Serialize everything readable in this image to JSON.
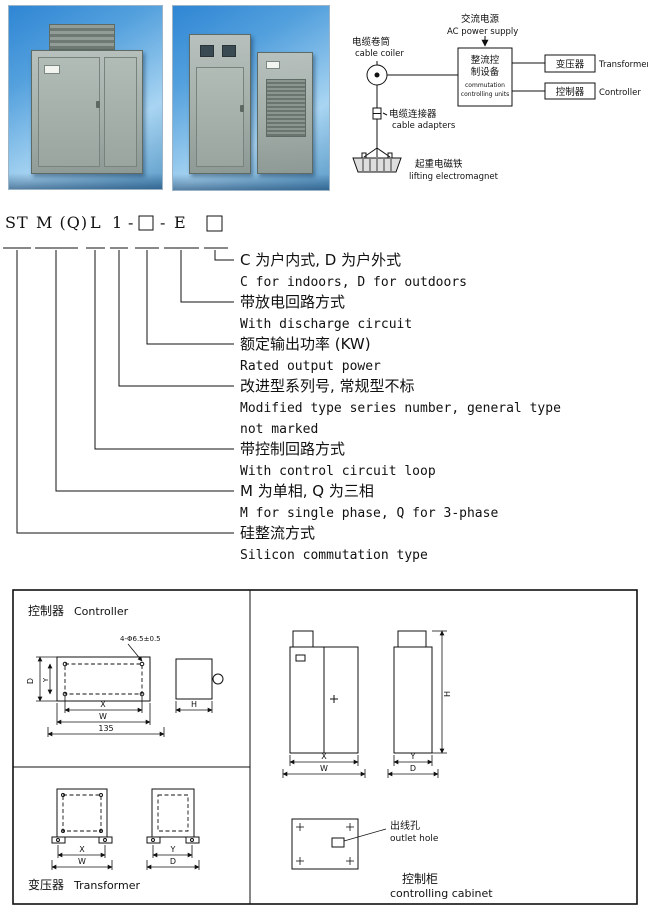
{
  "colors": {
    "ink": "#111111",
    "photo_sky_blue": "#2f86d4",
    "photo_light_blue": "#a9d5f2",
    "cabinet_grey": "#aab3af"
  },
  "schematic": {
    "cable_coiler_cn": "电缆卷筒",
    "cable_coiler_en": "cable coiler",
    "ac_power_cn": "交流电源",
    "ac_power_en": "AC power supply",
    "rectifier_cn_line1": "整流控",
    "rectifier_cn_line2": "制设备",
    "rectifier_en_line1": "commutation",
    "rectifier_en_line2": "controlling units",
    "transformer_cn": "变压器",
    "transformer_en": "Transformer",
    "controller_cn": "控制器",
    "controller_en": "Controller",
    "cable_adapters_cn": "电缆连接器",
    "cable_adapters_en": "cable adapters",
    "magnet_cn": "起重电磁铁",
    "magnet_en": "lifting electromagnet"
  },
  "model_code": {
    "seg_st": "ST",
    "seg_mq": "M (Q)",
    "seg_l": "L",
    "seg_one": "1",
    "dash_a": "-",
    "dash_b": "-",
    "seg_e": "E"
  },
  "designations": [
    {
      "cn": "C 为户内式, D 为户外式",
      "en": "C for indoors, D for outdoors"
    },
    {
      "cn": "带放电回路方式",
      "en": "With discharge circuit"
    },
    {
      "cn": "额定输出功率 (KW)",
      "en": "Rated output power"
    },
    {
      "cn": "改进型系列号, 常规型不标",
      "en": "Modified type series number, general type",
      "en2": "not marked"
    },
    {
      "cn": "带控制回路方式",
      "en": "With control circuit loop"
    },
    {
      "cn": "M 为单相, Q 为三相",
      "en": "M for single phase, Q for 3-phase"
    },
    {
      "cn": "硅整流方式",
      "en": "Silicon commutation type"
    }
  ],
  "drawing": {
    "controller_cn": "控制器",
    "controller_en": "Controller",
    "transformer_cn": "变压器",
    "transformer_en": "Transformer",
    "outlet_hole_cn": "出线孔",
    "outlet_hole_en": "outlet hole",
    "cabinet_cn": "控制柜",
    "cabinet_en": "controlling cabinet",
    "hole_note": "4-Φ6.5±0.5",
    "dim_x": "X",
    "dim_w": "W",
    "dim_y": "Y",
    "dim_d": "D",
    "dim_h": "H",
    "dim_135": "135"
  }
}
